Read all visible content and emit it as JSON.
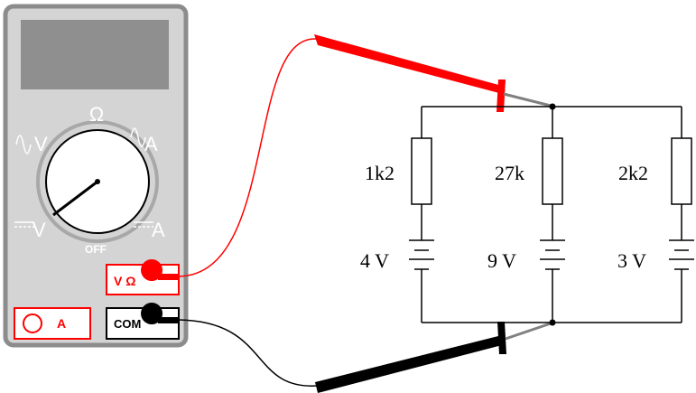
{
  "meter": {
    "dial": {
      "ohm": "Ω",
      "off": "OFF",
      "ac_volts_letter": "V",
      "ac_amps_letter": "A",
      "dc_volts_letter": "V",
      "dc_amps_letter": "A"
    },
    "jacks": {
      "volt_ohm": "V Ω",
      "amps": "A",
      "common": "COM"
    }
  },
  "circuit": {
    "branches": [
      {
        "resistor": "1k2",
        "battery": "4 V"
      },
      {
        "resistor": "27k",
        "battery": "9 V"
      },
      {
        "resistor": "2k2",
        "battery": "3 V"
      }
    ]
  },
  "colors": {
    "meter_body": "#d4d4d4",
    "meter_outline": "#8c8c8c",
    "display": "#8f8f8f",
    "red_lead": "#ff0000",
    "black_lead": "#000000",
    "probe_tip": "#808080"
  }
}
